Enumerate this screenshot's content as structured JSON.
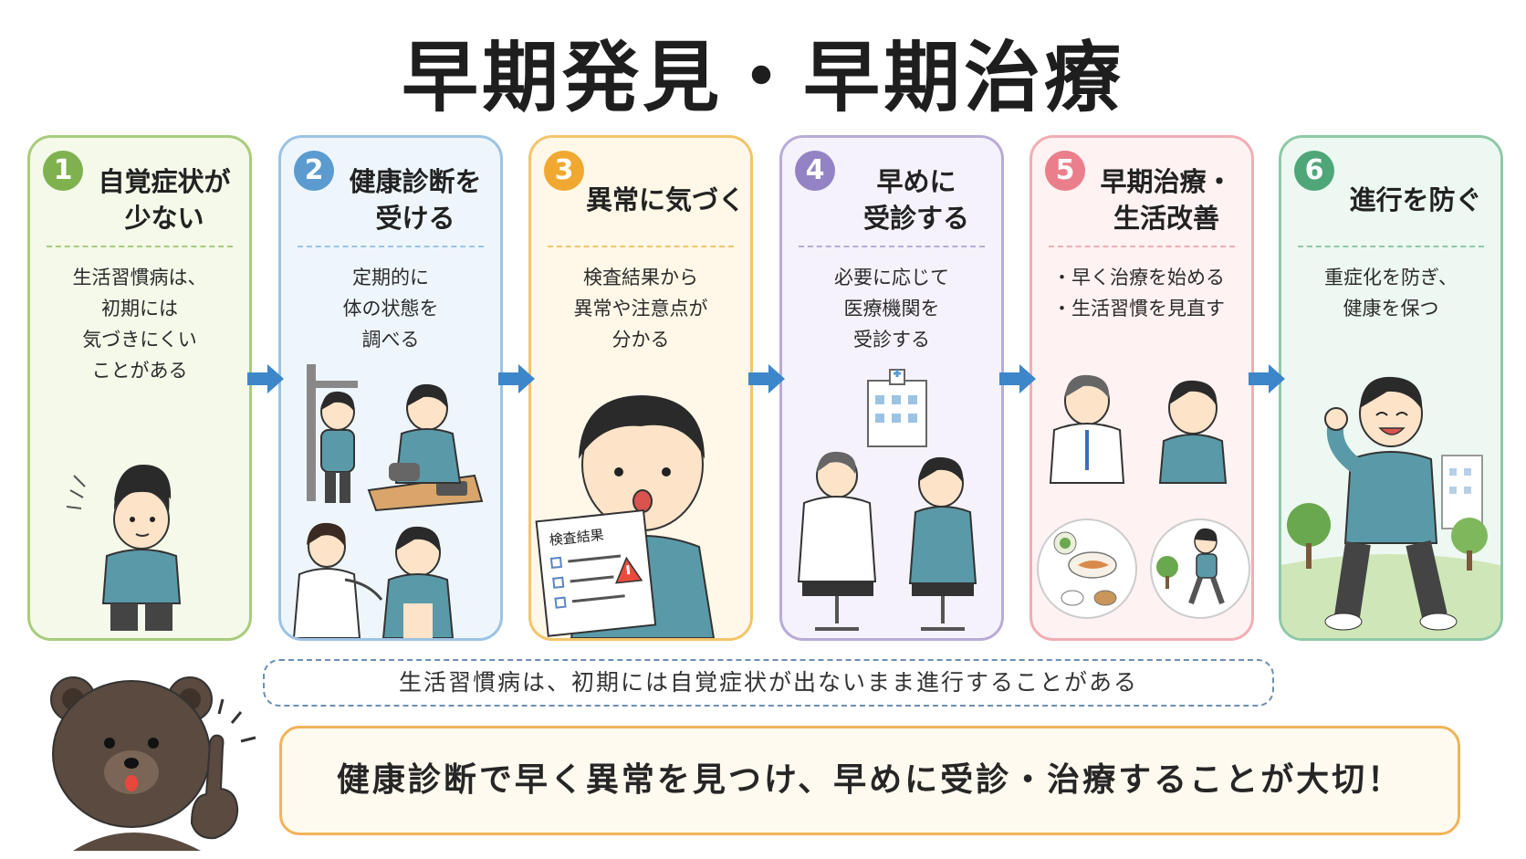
{
  "title": "早期発見・早期治療",
  "steps": [
    {
      "number": "1",
      "heading": "自覚症状が\n少ない",
      "description": "生活習慣病は、\n初期には\n気づきにくい\nことがある",
      "border": "#a8cc7c",
      "fill": "#f4f9ea",
      "badge": "#7fb24f"
    },
    {
      "number": "2",
      "heading": "健康診断を\n受ける",
      "description": "定期的に\n体の状態を\n調べる",
      "border": "#9cc3e4",
      "fill": "#eef6fc",
      "badge": "#5b9bd0"
    },
    {
      "number": "3",
      "heading": "異常に気づく",
      "description": "検査結果から\n異常や注意点が\n分かる",
      "border": "#f4c46a",
      "fill": "#fff8e8",
      "badge": "#f0a830",
      "illus_label": "検査結果"
    },
    {
      "number": "4",
      "heading": "早めに\n受診する",
      "description": "必要に応じて\n医療機関を\n受診する",
      "border": "#b9abd6",
      "fill": "#f5f2fb",
      "badge": "#9483c4"
    },
    {
      "number": "5",
      "heading": "早期治療・\n生活改善",
      "description": "・早く治療を始める\n・生活習慣を見直す",
      "border": "#f0aeb4",
      "fill": "#fff2f3",
      "badge": "#ea7e8a"
    },
    {
      "number": "6",
      "heading": "進行を防ぐ",
      "description": "重症化を防ぎ、\n健康を保つ",
      "border": "#8fc8a8",
      "fill": "#eef8f2",
      "badge": "#4fa679"
    }
  ],
  "note": "生活習慣病は、初期には自覚症状が出ないまま進行することがある",
  "message": "健康診断で早く異常を見つけ、早めに受診・治療することが大切！",
  "colors": {
    "arrow": "#3d86c9",
    "shirt": "#5a9aa8",
    "hair": "#2a2a2a",
    "skin": "#fde3c8",
    "bear": "#5a4a3f"
  }
}
